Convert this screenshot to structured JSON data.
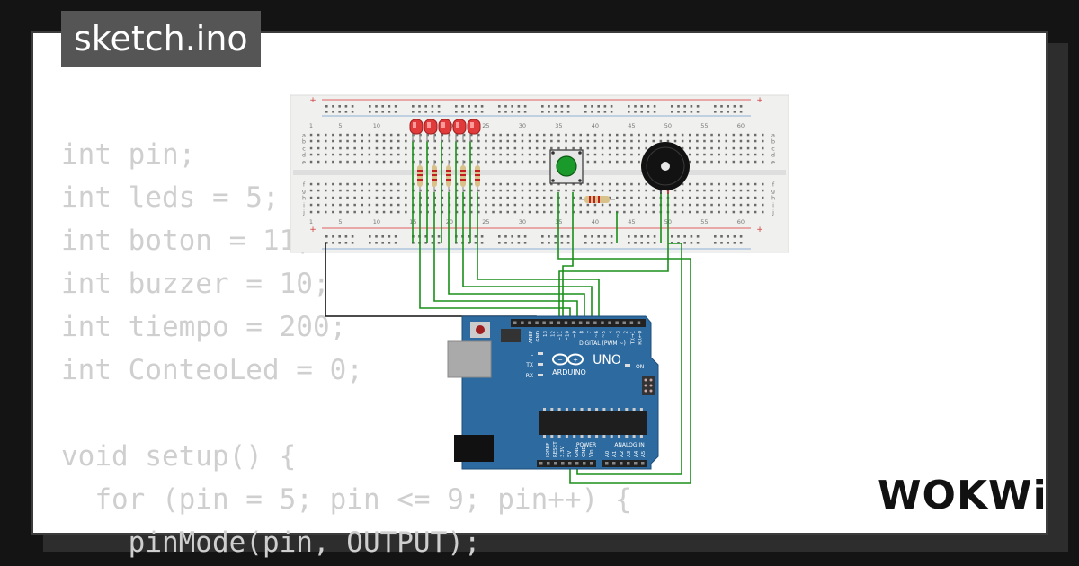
{
  "tab": {
    "label": "sketch.ino"
  },
  "code_lines": [
    "int pin;",
    "int leds = 5;",
    "int boton = 11;",
    "int buzzer = 10;",
    "int tiempo = 200;",
    "int ConteoLed = 0;",
    "",
    "void setup() {",
    "  for (pin = 5; pin <= 9; pin++) {",
    "    pinMode(pin, OUTPUT);"
  ],
  "breadboard": {
    "column_numbers": [
      "1",
      "5",
      "10",
      "15",
      "20",
      "25",
      "30",
      "35",
      "40",
      "45",
      "50",
      "55",
      "60"
    ],
    "row_letters_top": [
      "a",
      "b",
      "c",
      "d",
      "e"
    ],
    "row_letters_bottom": [
      "f",
      "g",
      "h",
      "i",
      "j"
    ],
    "rail_signs": [
      "-",
      "+"
    ]
  },
  "arduino": {
    "brand": "ARDUINO",
    "model": "UNO",
    "digital_label": "DIGITAL (PWM ~)",
    "power_label": "POWER",
    "analog_label": "ANALOG IN",
    "on_label": "ON",
    "led_labels": [
      "L",
      "TX",
      "RX"
    ],
    "top_pins": [
      "AREF",
      "GND",
      "13",
      "12",
      "~11",
      "~10",
      "~9",
      "8",
      "7",
      "~6",
      "~5",
      "4",
      "~3",
      "2",
      "TX→1",
      "RX←0"
    ],
    "power_pins": [
      "IOREF",
      "RESET",
      "3.3V",
      "5V",
      "GND",
      "GND",
      "Vin"
    ],
    "analog_pins": [
      "A0",
      "A1",
      "A2",
      "A3",
      "A4",
      "A5"
    ]
  },
  "colors": {
    "background": "#141414",
    "card": "#ffffff",
    "tab": "#555555",
    "code_text": "#cfcfcf",
    "wire_green": "#1a8f1a",
    "wire_black": "#111111",
    "led_red": "#e03a3a",
    "button_green": "#1a9a2a",
    "board_blue": "#2d6a9f",
    "breadboard": "#f0f0ee"
  },
  "logo": {
    "text": "WOKWi"
  }
}
